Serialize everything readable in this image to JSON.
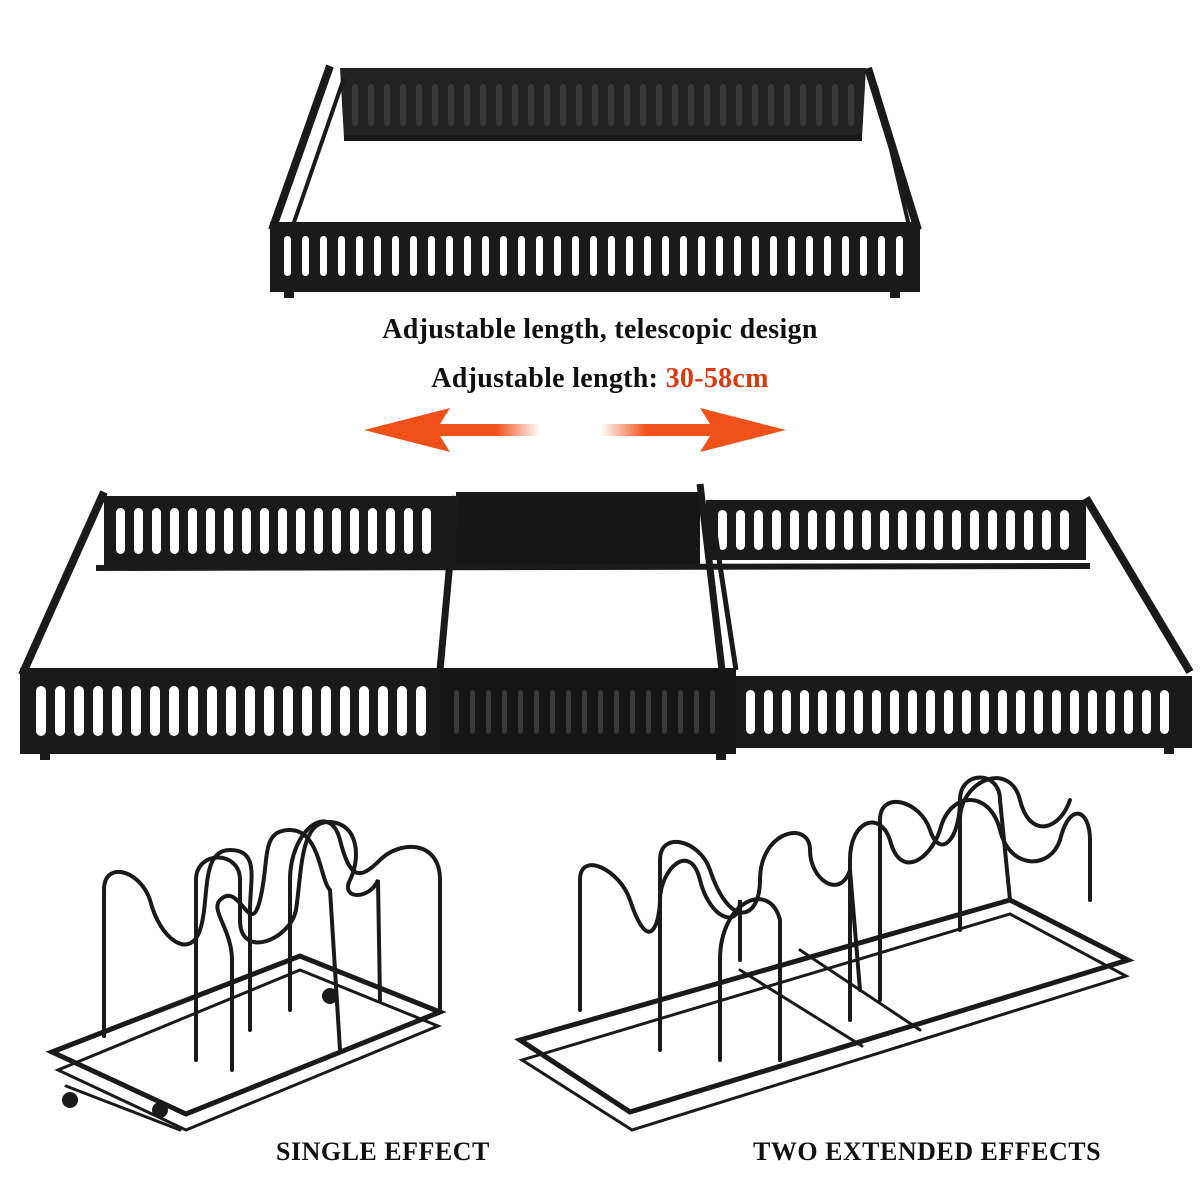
{
  "headline": "Adjustable length, telescopic design",
  "length_line": {
    "prefix": "Adjustable length: ",
    "value": "30-58cm",
    "accent_color": "#d83a10"
  },
  "arrow": {
    "icon": "double-arrow-icon",
    "color": "#f0501a"
  },
  "products": [
    {
      "id": "rack-collapsed",
      "description_icon": "telescopic-rack-icon"
    },
    {
      "id": "rack-extended",
      "description_icon": "telescopic-rack-icon"
    }
  ],
  "effects": {
    "single": "SINGLE EFFECT",
    "two": "TWO EXTENDED EFFECTS"
  },
  "colors": {
    "metal": "#1a1a1a",
    "background": "#ffffff"
  }
}
